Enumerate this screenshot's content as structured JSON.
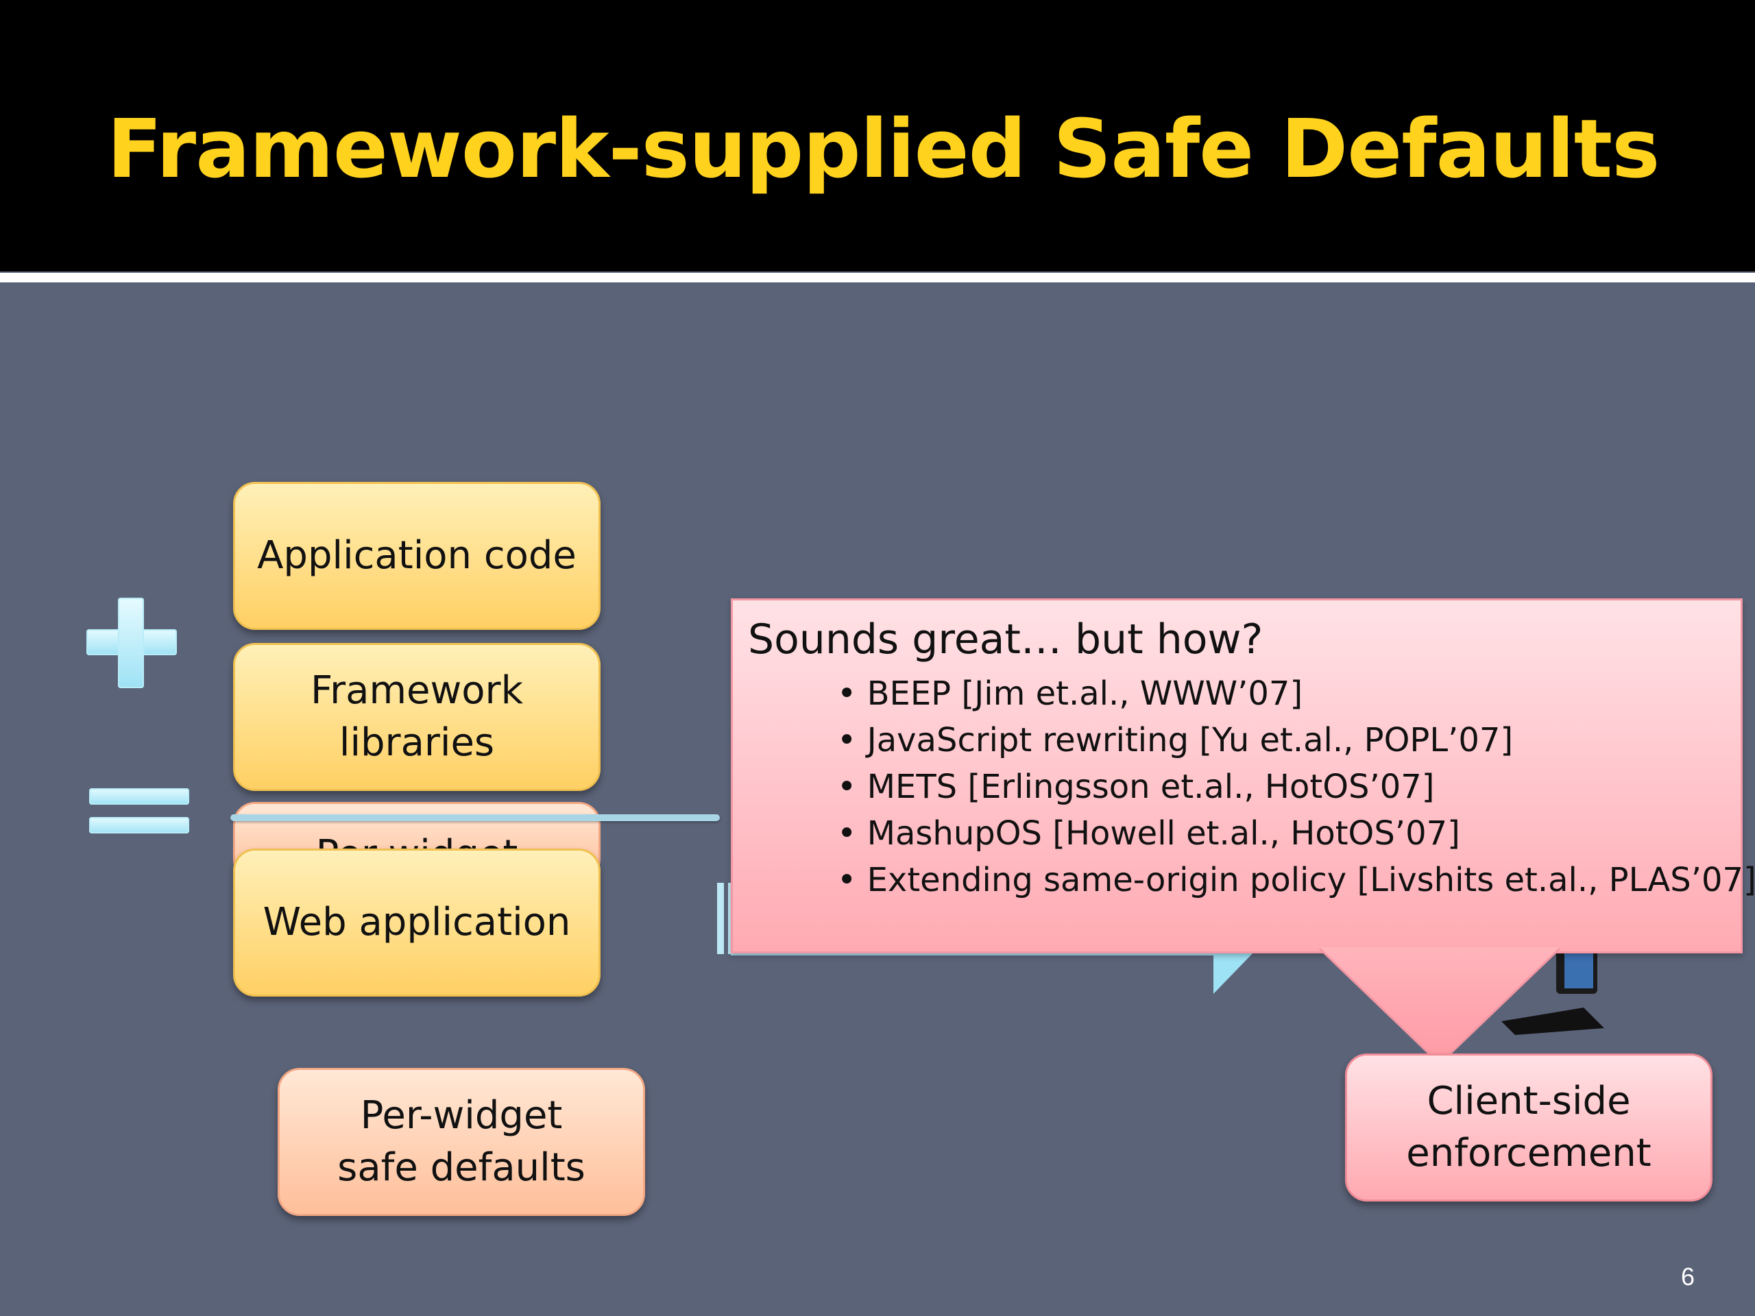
{
  "slide": {
    "title": "Framework-supplied Safe Defaults",
    "page_number": "6"
  },
  "boxes": {
    "application_code": "Application code",
    "framework_libraries": "Framework\nlibraries",
    "per_widget_hidden": "Per-widget",
    "web_application": "Web application",
    "per_widget_safe_defaults": "Per-widget\nsafe defaults",
    "client_side_enforcement": "Client-side\nenforcement"
  },
  "operators": {
    "plus": "plus-icon",
    "equals": "equals-icon"
  },
  "callout": {
    "heading": "Sounds great… but how?",
    "items": [
      "BEEP [Jim et.al., WWW’07]",
      "JavaScript rewriting [Yu et.al., POPL’07]",
      "METS [Erlingsson et.al., HotOS’07]",
      "MashupOS [Howell et.al., HotOS’07]",
      "Extending same-origin policy [Livshits et.al., PLAS’07]"
    ]
  },
  "colors": {
    "title": "#ffd21e",
    "background": "#5b6378",
    "box_yellow": "#ffd064",
    "box_peach": "#ffbf9a",
    "box_pink": "#ffa9b1",
    "operator": "#9ee2f5"
  }
}
